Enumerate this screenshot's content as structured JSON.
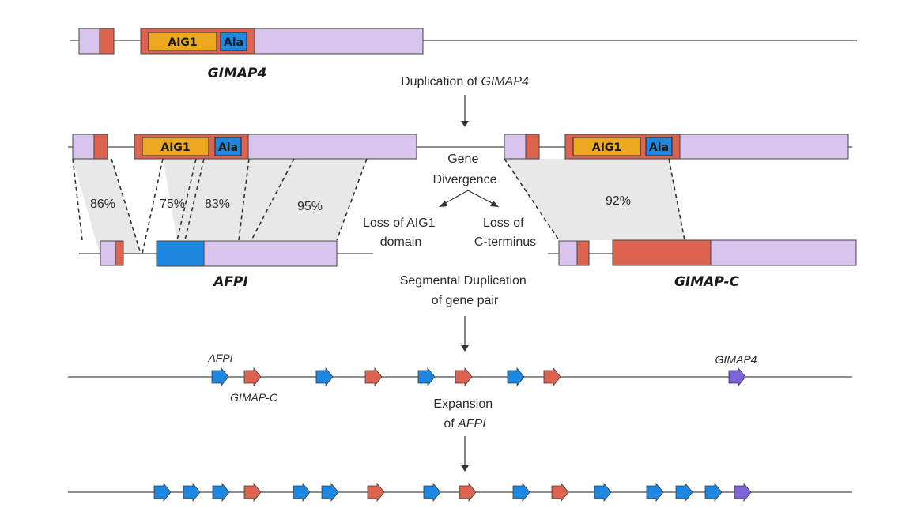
{
  "colors": {
    "exon_lilac": "#d8c4ec",
    "exon_red": "#dd6351",
    "aig1_orange": "#eca81f",
    "ala_blue": "#1e88e0",
    "shade_gray": "#e8e8e8",
    "purple_arrow": "#7e63d8",
    "line": "#4a4a4a"
  },
  "domains": {
    "aig1": "AIG1",
    "ala": "Ala"
  },
  "genes": {
    "gimap4": "GIMAP4",
    "afpi": "AFPI",
    "gimapc": "GIMAP-C"
  },
  "steps": {
    "duplication_prefix": "Duplication of ",
    "duplication_gene": "GIMAP4",
    "divergence_line1": "Gene",
    "divergence_line2": "Divergence",
    "loss_aig1_line1": "Loss of AIG1",
    "loss_aig1_line2": "domain",
    "loss_cterm_line1": "Loss of",
    "loss_cterm_line2": "C-terminus",
    "segmental_line1": "Segmental Duplication",
    "segmental_line2": "of gene pair",
    "expansion_line1": "Expansion",
    "expansion_prefix": "of ",
    "expansion_gene": "AFPI"
  },
  "identities": [
    "86%",
    "75%",
    "83%",
    "95%",
    "92%"
  ],
  "cluster_labels": {
    "afpi": "AFPI",
    "gimapc": "GIMAP-C",
    "gimap4": "GIMAP4"
  },
  "cluster_row1": [
    "blue",
    "red",
    "blue",
    "red",
    "blue",
    "red",
    "blue",
    "red",
    "purple"
  ],
  "cluster_row2": [
    "blue",
    "blue",
    "blue",
    "red",
    "blue",
    "blue",
    "red",
    "blue",
    "red",
    "blue",
    "red",
    "blue",
    "blue",
    "blue",
    "blue",
    "purple"
  ]
}
